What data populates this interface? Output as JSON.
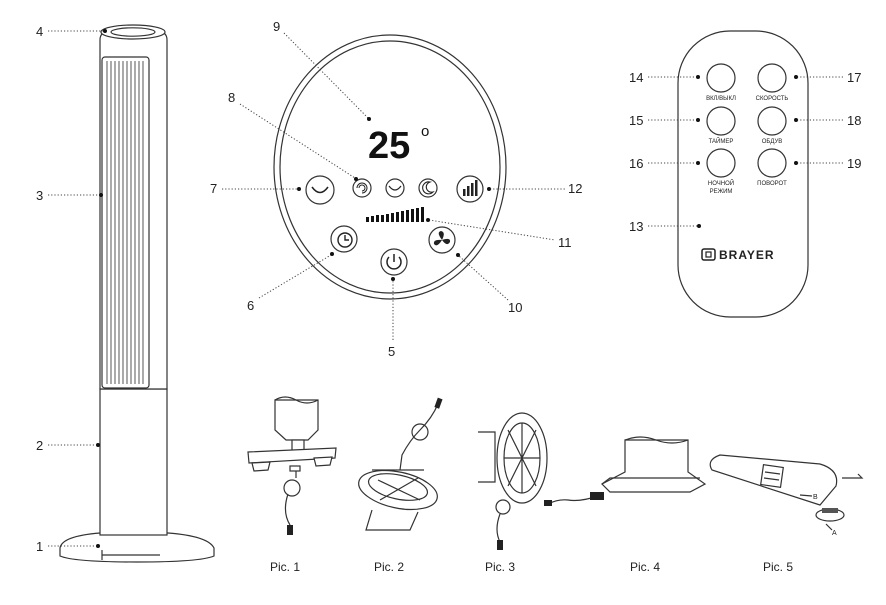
{
  "callouts": {
    "n1": "1",
    "n2": "2",
    "n3": "3",
    "n4": "4",
    "n5": "5",
    "n6": "6",
    "n7": "7",
    "n8": "8",
    "n9": "9",
    "n10": "10",
    "n11": "11",
    "n12": "12",
    "n13": "13",
    "n14": "14",
    "n15": "15",
    "n16": "16",
    "n17": "17",
    "n18": "18",
    "n19": "19"
  },
  "panel": {
    "temperature": "25",
    "degree": "o"
  },
  "remote": {
    "power_label": "ВКЛ/ВЫКЛ",
    "speed_label": "СКОРОСТЬ",
    "timer_label": "ТАЙМЕР",
    "airflow_label": "ОБДУВ",
    "night_label_line1": "НОЧНОЙ",
    "night_label_line2": "РЕЖИМ",
    "swing_label": "ПОВОРОТ",
    "brand": "BRAYER"
  },
  "figures": {
    "pic1": "Pic. 1",
    "pic2": "Pic. 2",
    "pic3": "Pic. 3",
    "pic4": "Pic. 4",
    "pic5": "Pic. 5",
    "pic5_label_b": "B",
    "pic5_label_a": "A"
  },
  "icons": [
    "sleep-icon",
    "airflow-icon",
    "natural-wind-icon",
    "moon-icon",
    "speed-bars-icon",
    "timer-icon",
    "power-icon",
    "fan-icon",
    "brayer-logo-icon"
  ]
}
